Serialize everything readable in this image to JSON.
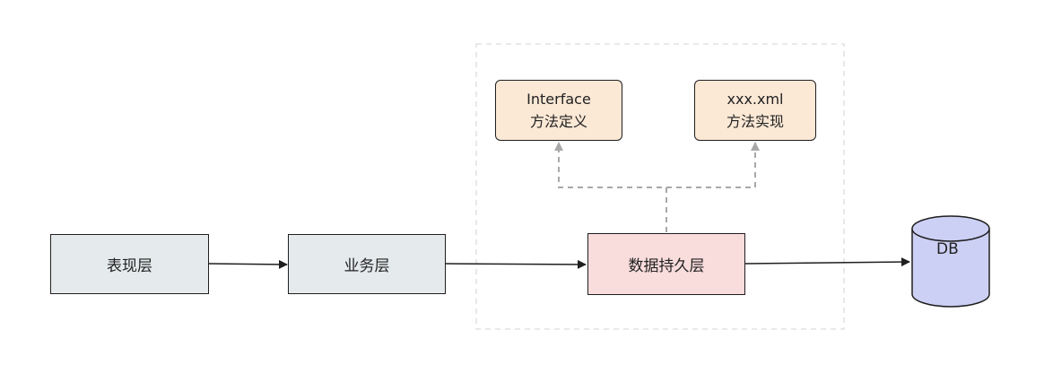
{
  "diagram": {
    "nodes": {
      "presentation": {
        "label": "表现层"
      },
      "business": {
        "label": "业务层"
      },
      "persistence": {
        "label": "数据持久层"
      },
      "interface": {
        "line1": "Interface",
        "line2": "方法定义"
      },
      "xml": {
        "line1": "xxx.xml",
        "line2": "方法实现"
      },
      "db": {
        "label": "DB"
      }
    },
    "colors": {
      "gray_fill": "#e5eaec",
      "pink_fill": "#f9dcdc",
      "peach_fill": "#fbe8d5",
      "db_fill": "#cdd0f5",
      "stroke": "#1f1f1f",
      "dashed": "#a8a8a8"
    }
  }
}
